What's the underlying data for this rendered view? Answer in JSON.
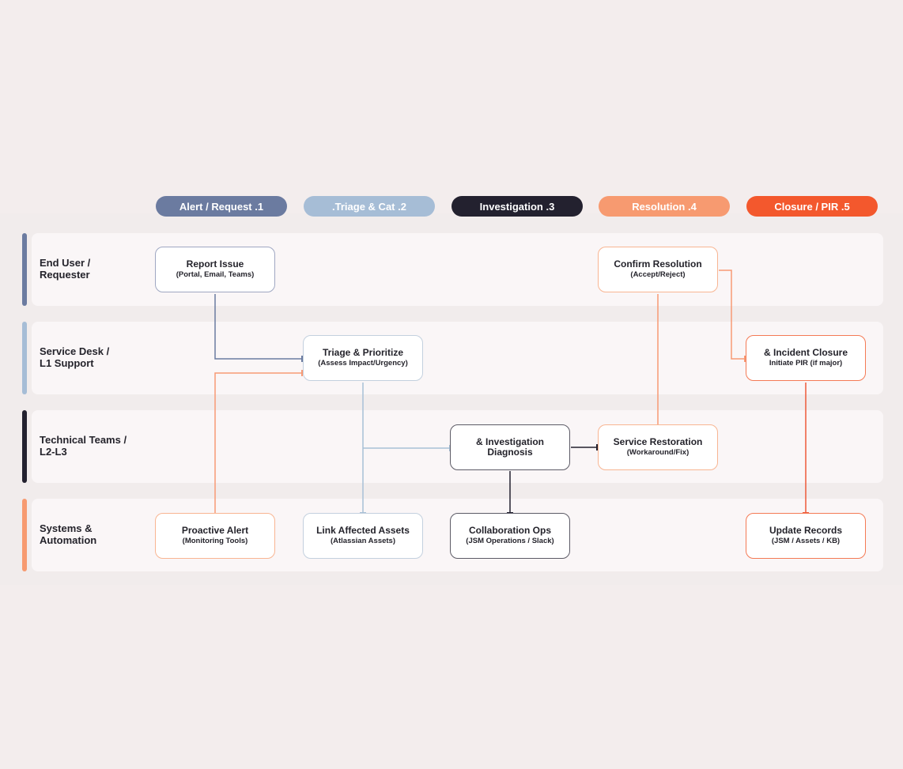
{
  "colors": {
    "phase1": "#6b7ba0",
    "phase2": "#a6bdd6",
    "phase3": "#23212f",
    "phase4": "#f79a70",
    "phase5": "#f3582d",
    "blue_line": "#6b7ba0",
    "lightblue_line": "#a8c0d6",
    "dark_line": "#23212f",
    "salmon_line": "#f79a75",
    "red_line": "#ee5a3a"
  },
  "phases": [
    {
      "label": "Alert / Request .1"
    },
    {
      "label": ".Triage & Cat .2"
    },
    {
      "label": "Investigation .3"
    },
    {
      "label": "Resolution .4"
    },
    {
      "label": "Closure / PIR .5"
    }
  ],
  "lanes": [
    {
      "line1": "End User /",
      "line2": "Requester"
    },
    {
      "line1": "Service Desk /",
      "line2": "L1 Support"
    },
    {
      "line1": "Technical Teams /",
      "line2": "L2-L3"
    },
    {
      "line1": "Systems &",
      "line2": "Automation"
    }
  ],
  "nodes": {
    "report_issue": {
      "title": "Report Issue",
      "sub": "(Portal, Email, Teams)"
    },
    "confirm_resolution": {
      "title": "Confirm Resolution",
      "sub": "(Accept/Reject)"
    },
    "triage_prioritize": {
      "title": "Triage & Prioritize",
      "sub": "(Assess Impact/Urgency)"
    },
    "incident_closure": {
      "title": "& Incident Closure",
      "sub": "Initiate PIR (if major)"
    },
    "investigation_diagnosis": {
      "title": "& Investigation",
      "sub": "Diagnosis"
    },
    "service_restoration": {
      "title": "Service Restoration",
      "sub": "(Workaround/Fix)"
    },
    "proactive_alert": {
      "title": "Proactive Alert",
      "sub": "(Monitoring Tools)"
    },
    "link_assets": {
      "title": "Link Affected Assets",
      "sub": "(Atlassian Assets)"
    },
    "collaboration_ops": {
      "title": "Collaboration Ops",
      "sub": "(JSM Operations / Slack)"
    },
    "update_records": {
      "title": "Update Records",
      "sub": "(JSM / Assets / KB)"
    }
  }
}
